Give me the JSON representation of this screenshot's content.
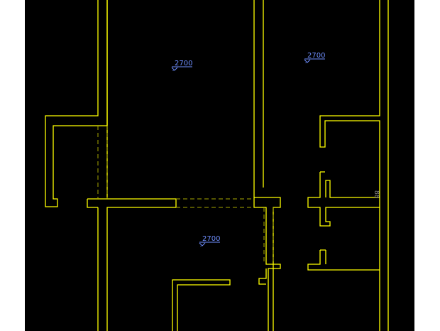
{
  "colors": {
    "canvas": "#000000",
    "wall": "#ffff00",
    "dashed_opening": "#a8a800",
    "level_marker": "#6f8fff",
    "axis_glyph": "#8a8a8a",
    "page": "#ffffff"
  },
  "level_markers": [
    {
      "id": "upper-left-room",
      "text": "2700"
    },
    {
      "id": "upper-right-room",
      "text": "2700"
    },
    {
      "id": "lower-room",
      "text": "2700"
    }
  ],
  "icons": {
    "level_symbol": "elevation-triangle-icon",
    "axis_glyph": "ucs-axis-icon"
  },
  "axis_glyph_text": "88"
}
